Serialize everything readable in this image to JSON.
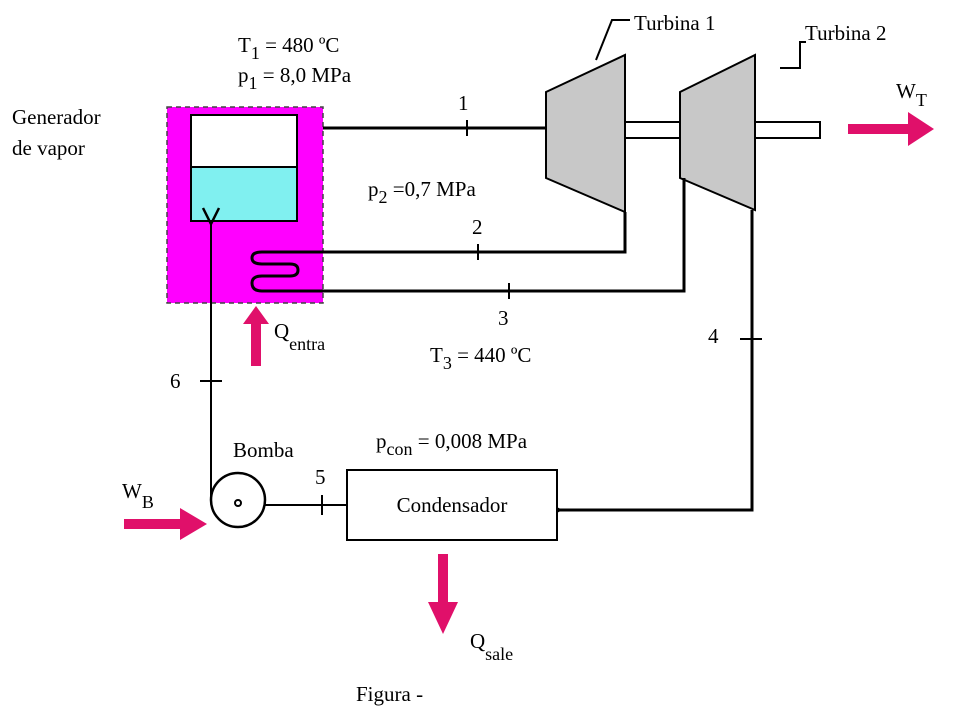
{
  "labels": {
    "turbine1": "Turbina 1",
    "turbine2": "Turbina  2",
    "steam_generator_line1": "Generador",
    "steam_generator_line2": "de vapor",
    "pump": "Bomba",
    "condenser": "Condensador",
    "figure_caption": "Figura -"
  },
  "states": {
    "s1": "1",
    "s2": "2",
    "s3": "3",
    "s4": "4",
    "s5": "5",
    "s6": "6"
  },
  "conditions": {
    "t1": {
      "sym": "T",
      "sub": "1",
      "rest": " = 480 ºC"
    },
    "p1": {
      "sym": "p",
      "sub": "1",
      "rest": " = 8,0 MPa"
    },
    "p2": {
      "sym": "p",
      "sub": "2",
      "rest": " =0,7 MPa"
    },
    "t3": {
      "sym": "T",
      "sub": "3",
      "rest": " = 440 ºC"
    },
    "pcon": {
      "sym": "p",
      "sub": "con",
      "rest": " = 0,008 MPa"
    }
  },
  "energy": {
    "wt": {
      "sym": "W",
      "sub": "T"
    },
    "wb": {
      "sym": "W",
      "sub": "B"
    },
    "qin": {
      "sym": "Q",
      "sub": "entra"
    },
    "qout": {
      "sym": "Q",
      "sub": "sale"
    }
  },
  "colors": {
    "generator_fill": "#ff00ff",
    "water": "#80f0f0",
    "turbine": "#c8c8c8",
    "arrow": "#e0106a"
  }
}
